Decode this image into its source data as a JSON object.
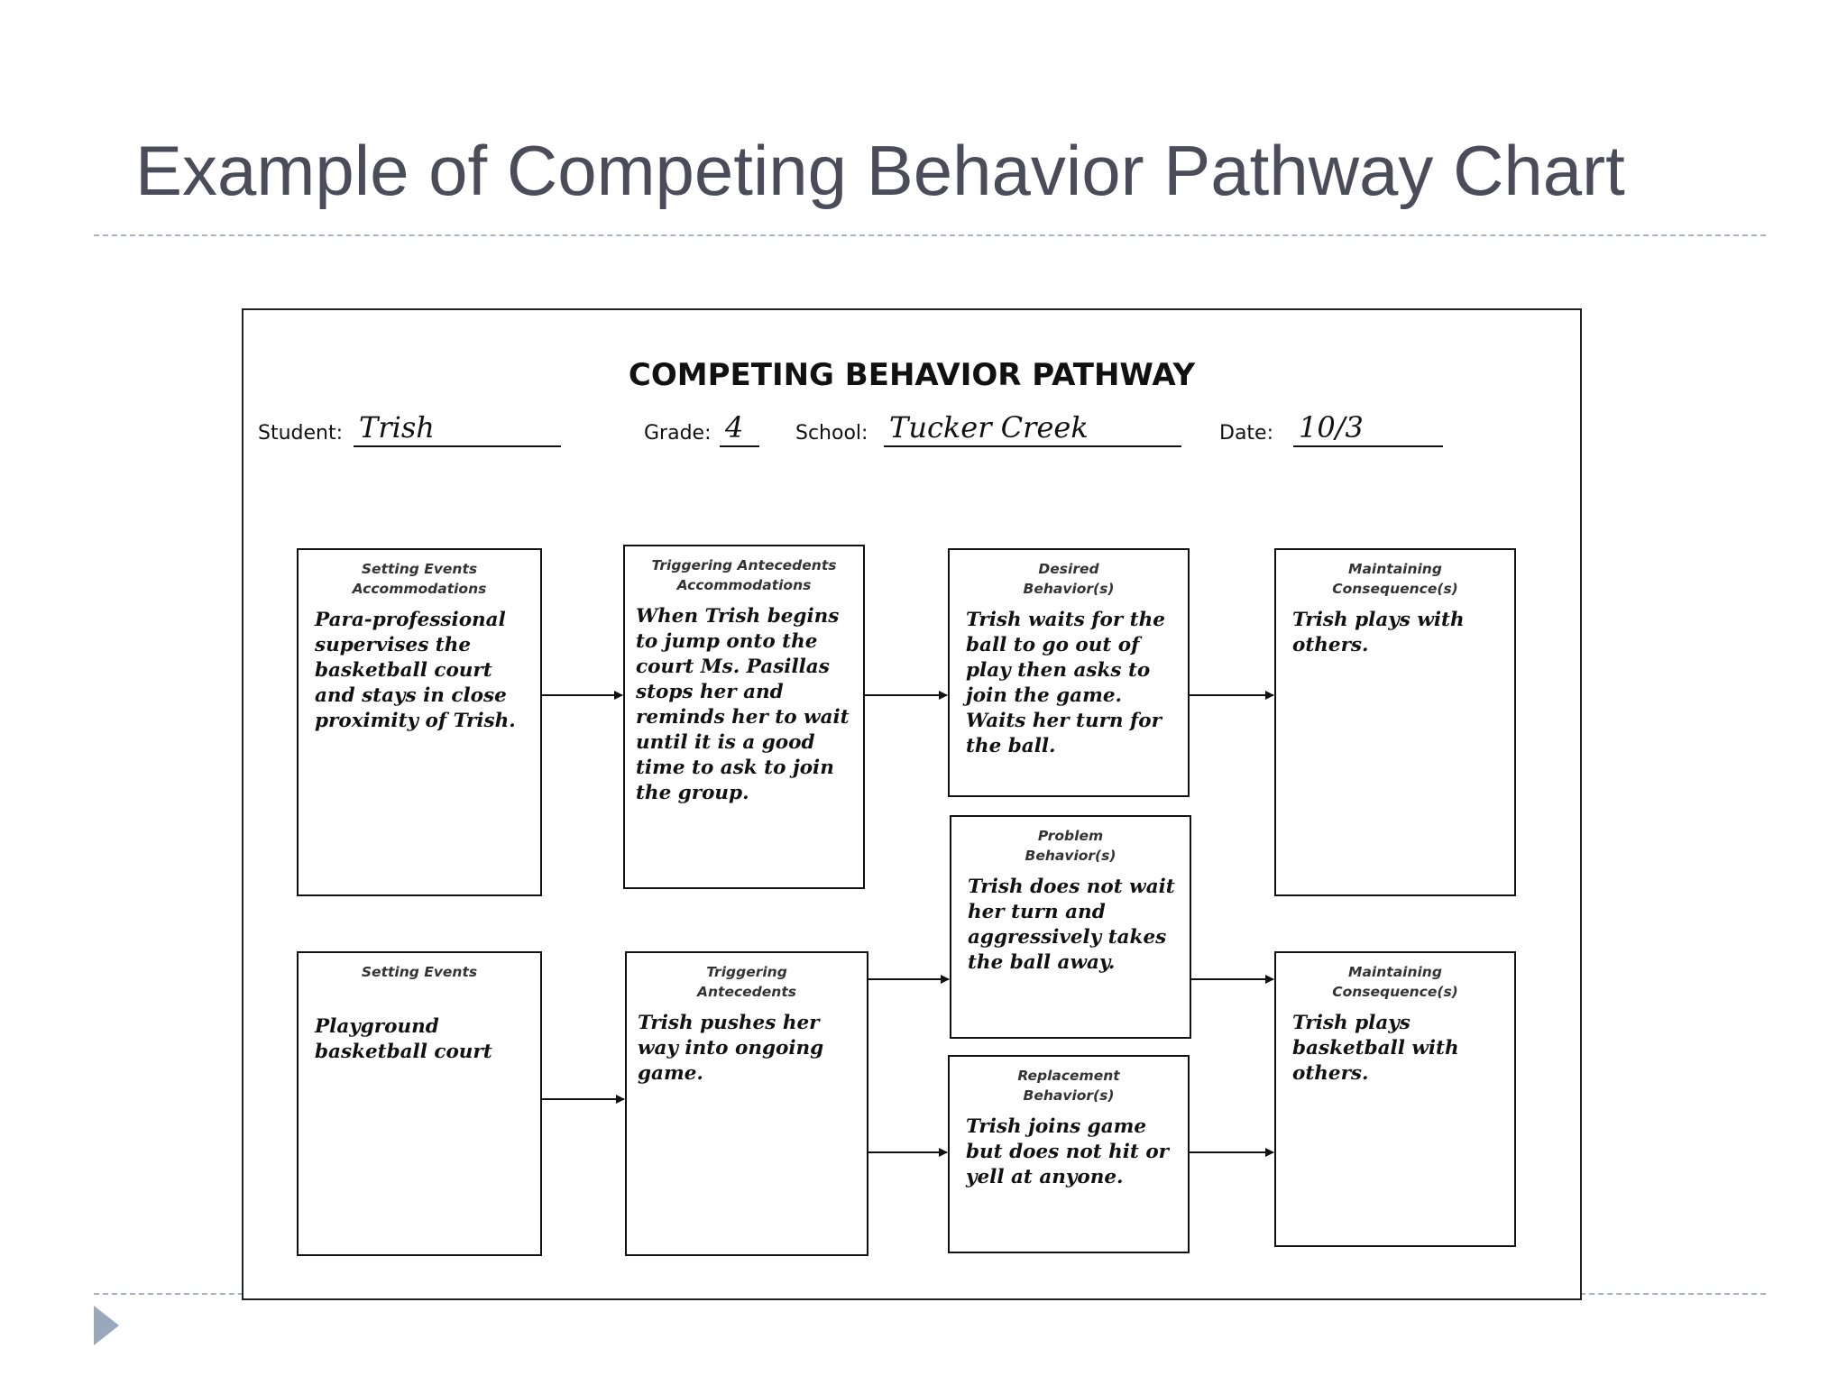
{
  "slide": {
    "title": "Example of Competing Behavior Pathway Chart"
  },
  "form": {
    "title": "COMPETING BEHAVIOR PATHWAY",
    "student_label": "Student:",
    "student_value": "Trish",
    "grade_label": "Grade:",
    "grade_value": "4",
    "school_label": "School:",
    "school_value": "Tucker Creek",
    "date_label": "Date:",
    "date_value": "10/3"
  },
  "boxes": {
    "setting_accom": {
      "heading1": "Setting Events",
      "heading2": "Accommodations",
      "text": "Para-professional supervises the basketball court and stays in close proximity of Trish."
    },
    "trigger_accom": {
      "heading1": "Triggering Antecedents",
      "heading2": "Accommodations",
      "text": "When Trish begins to jump onto the court Ms. Pasillas stops her and reminds her to wait until it is a good time to ask to join the group."
    },
    "desired": {
      "heading1": "Desired",
      "heading2": "Behavior(s)",
      "text": "Trish waits for the ball to go out of play then asks to join the game. Waits her turn for the ball."
    },
    "maintain_top": {
      "heading1": "Maintaining",
      "heading2": "Consequence(s)",
      "text": "Trish plays with others."
    },
    "problem": {
      "heading1": "Problem",
      "heading2": "Behavior(s)",
      "text": "Trish does not wait her turn and aggressively takes the ball away."
    },
    "setting": {
      "heading1": "Setting Events",
      "text": "Playground basketball court"
    },
    "trigger": {
      "heading1": "Triggering",
      "heading2": "Antecedents",
      "text": "Trish pushes her way into ongoing game."
    },
    "replacement": {
      "heading1": "Replacement",
      "heading2": "Behavior(s)",
      "text": "Trish joins game but does not hit or yell at anyone."
    },
    "maintain_bottom": {
      "heading1": "Maintaining",
      "heading2": "Consequence(s)",
      "text": "Trish plays basketball with others."
    }
  }
}
